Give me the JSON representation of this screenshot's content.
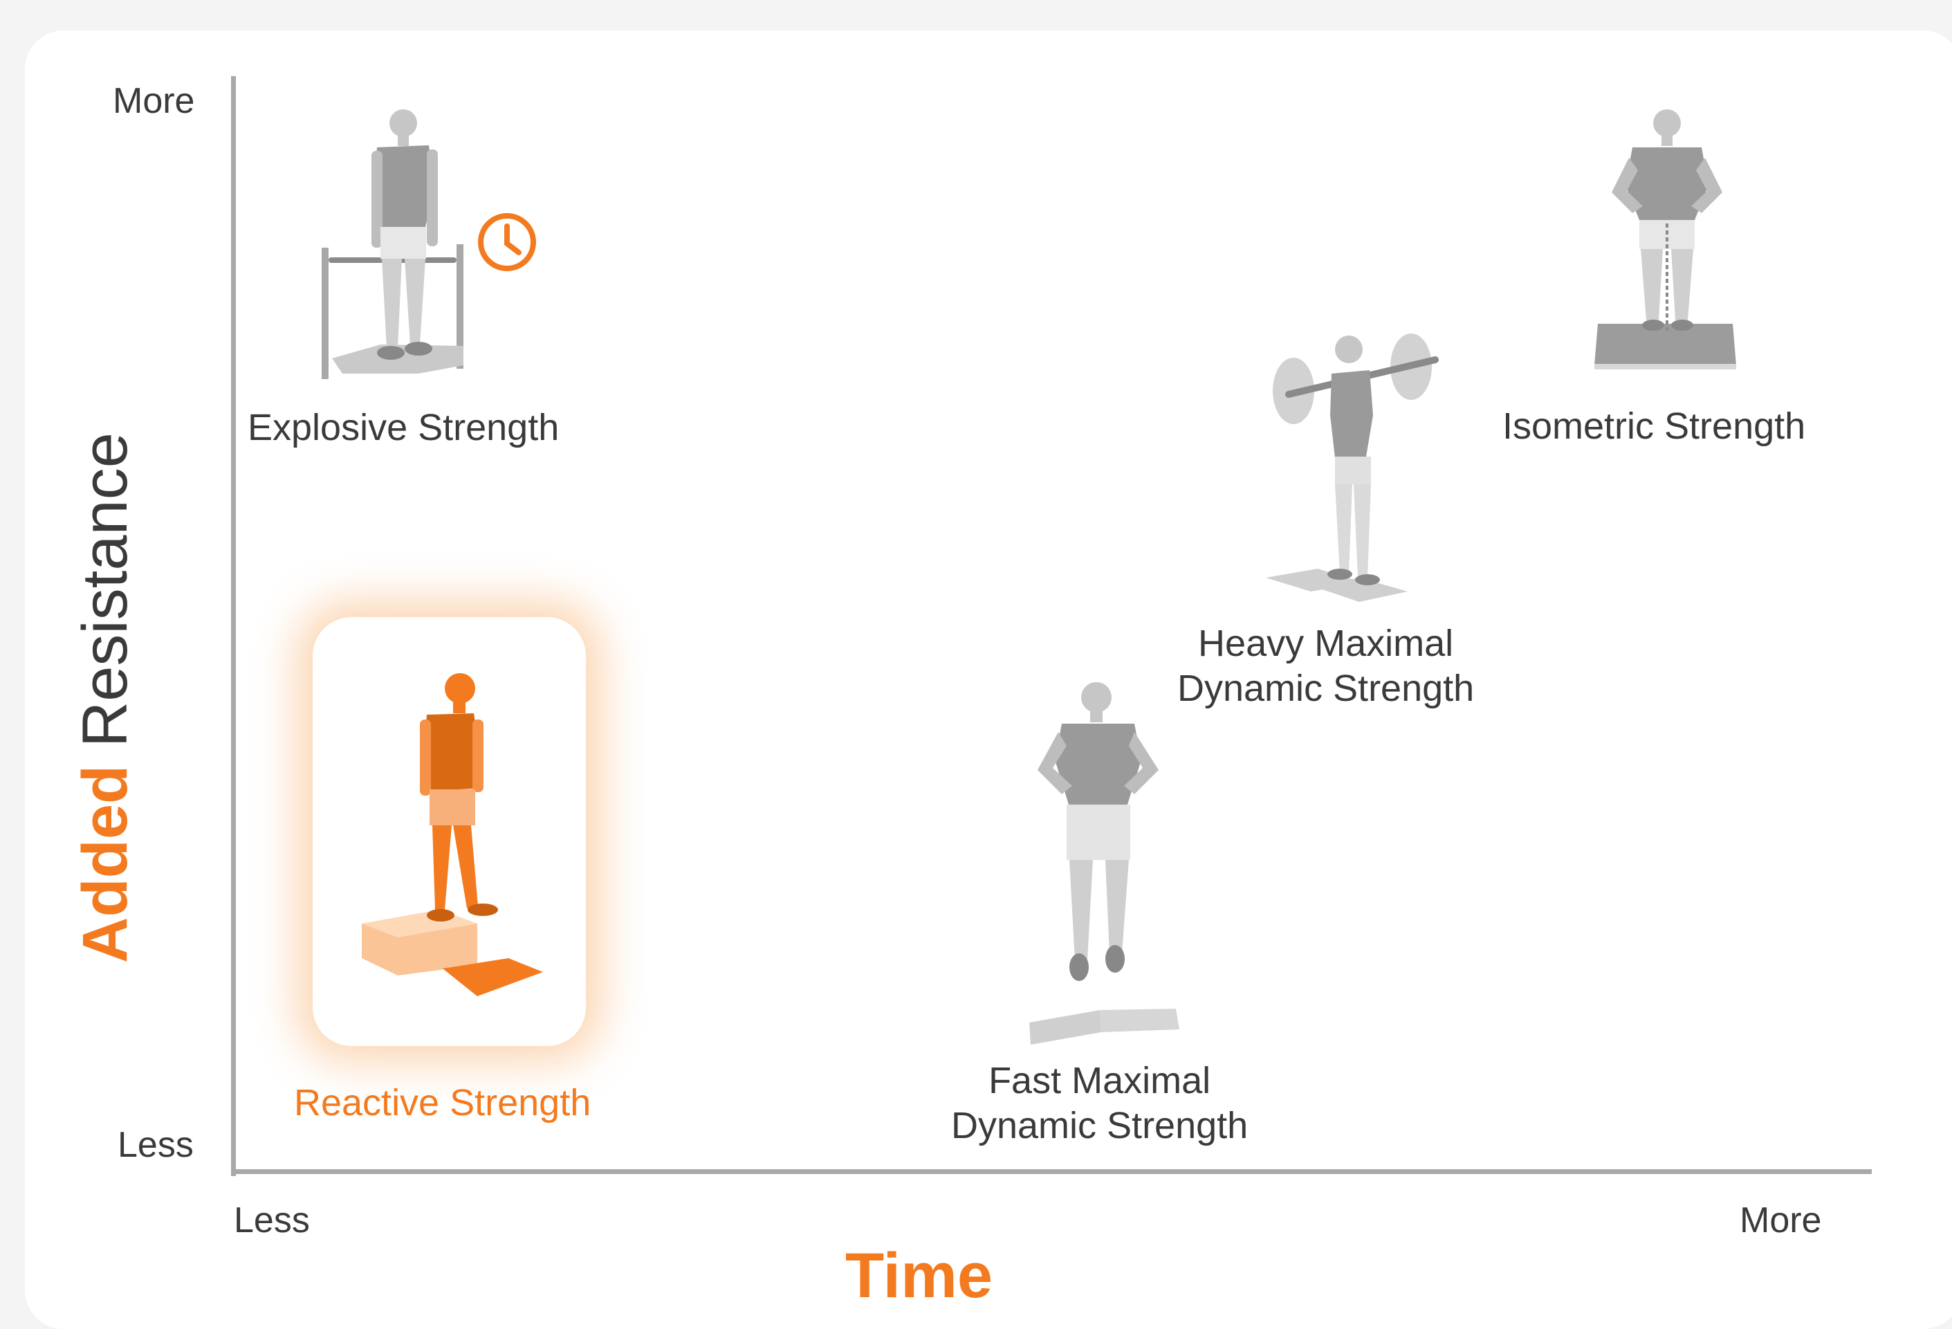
{
  "y_axis": {
    "title_emphasis": "Added",
    "title_rest": " Resistance",
    "tick_top": "More",
    "tick_bottom": "Less"
  },
  "x_axis": {
    "title": "Time",
    "tick_left": "Less",
    "tick_right": "More"
  },
  "items": {
    "explosive": {
      "label": "Explosive Strength",
      "icon": "athlete-rack-pull-icon",
      "extra_icon": "clock-icon"
    },
    "isometric": {
      "label": "Isometric Strength",
      "icon": "athlete-isometric-chain-icon"
    },
    "heavy": {
      "line1": "Heavy Maximal",
      "line2": "Dynamic Strength",
      "icon": "athlete-back-squat-icon"
    },
    "fast": {
      "line1": "Fast Maximal",
      "line2": "Dynamic Strength",
      "icon": "athlete-jump-icon"
    },
    "reactive": {
      "label": "Reactive Strength",
      "icon": "athlete-drop-jump-box-icon",
      "highlighted": true
    }
  },
  "colors": {
    "accent": "#f47a1f",
    "text": "#3a3a3a",
    "axis": "#a9a9a9",
    "figure_gray": "#9a9a9a",
    "figure_light": "#cfcfcf"
  }
}
